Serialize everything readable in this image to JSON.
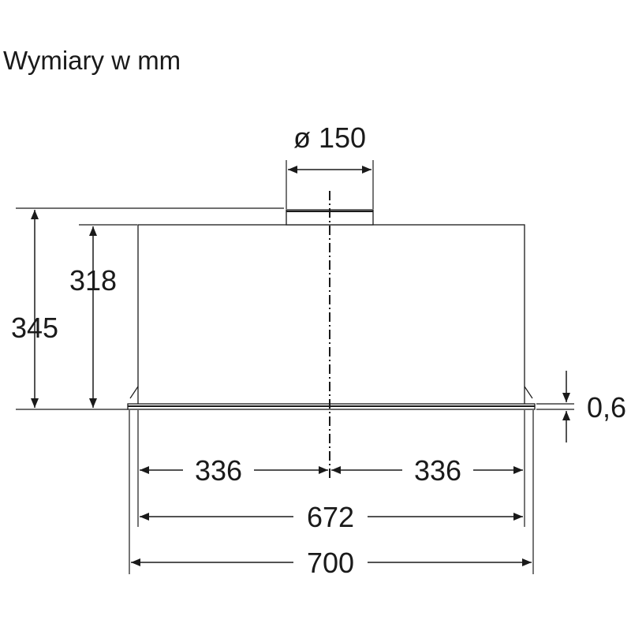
{
  "title": "Wymiary w mm",
  "dimensions": {
    "outlet_diameter": "ø 150",
    "total_height": "345",
    "body_height": "318",
    "flange_thickness": "0,6",
    "half_width_left": "336",
    "half_width_right": "336",
    "body_width": "672",
    "total_width": "700"
  }
}
